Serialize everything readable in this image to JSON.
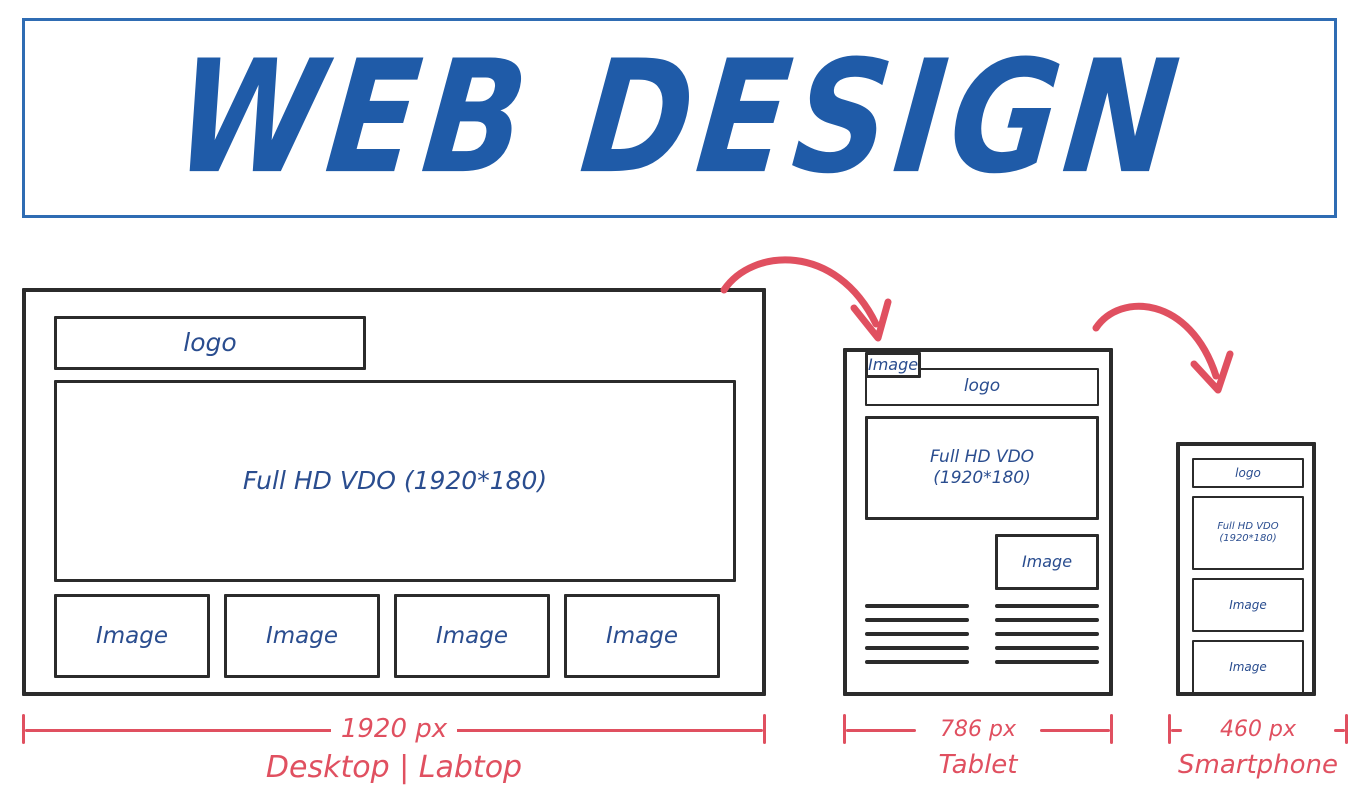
{
  "header": {
    "title": "WEB DESIGN",
    "border_color": "#2f6cb3",
    "text_color": "#1f5ba8"
  },
  "colors": {
    "sketch_ink": "#2b2b2b",
    "hand_blue": "#2a4d8f",
    "annotation_red": "#e05060",
    "background": "#ffffff"
  },
  "devices": [
    {
      "key": "desktop",
      "logo_label": "logo",
      "video_label": "Full HD VDO (1920*180)",
      "image_labels": [
        "Image",
        "Image",
        "Image",
        "Image"
      ],
      "text_line_columns": 0,
      "text_lines_per_column": 0,
      "width_label": "1920 px",
      "device_label": "Desktop | Labtop"
    },
    {
      "key": "tablet",
      "logo_label": "logo",
      "video_label": "Full HD VDO\n(1920*180)",
      "image_labels": [
        "Image",
        "Image"
      ],
      "text_line_columns": 2,
      "text_lines_per_column": 5,
      "width_label": "786 px",
      "device_label": "Tablet"
    },
    {
      "key": "smartphone",
      "logo_label": "logo",
      "video_label": "Full HD VDO\n(1920*180)",
      "image_labels": [
        "Image",
        "Image"
      ],
      "text_line_columns": 0,
      "text_lines_per_column": 0,
      "width_label": "460 px",
      "device_label": "Smartphone"
    }
  ],
  "annotations": {
    "arrow_1": "curved-arrow-desktop-to-tablet",
    "arrow_2": "curved-arrow-tablet-to-smartphone"
  }
}
